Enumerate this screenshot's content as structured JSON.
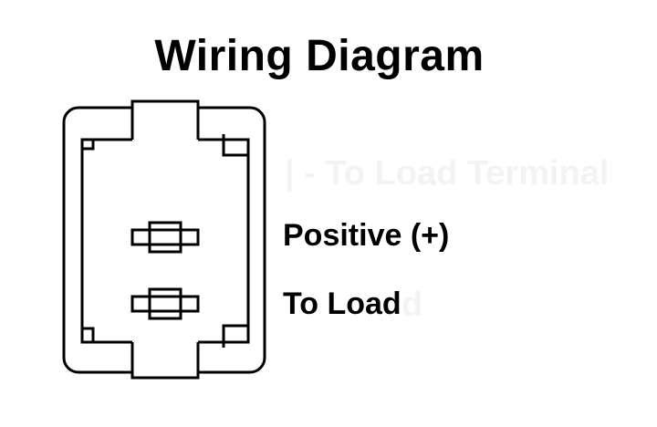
{
  "title": "Wiring Diagram",
  "terminals": [
    {
      "label": "Positive (+)"
    },
    {
      "label": "To Load"
    }
  ],
  "colors": {
    "ink": "#000000",
    "background": "#ffffff",
    "ghost_text": "#f3f3f3"
  }
}
